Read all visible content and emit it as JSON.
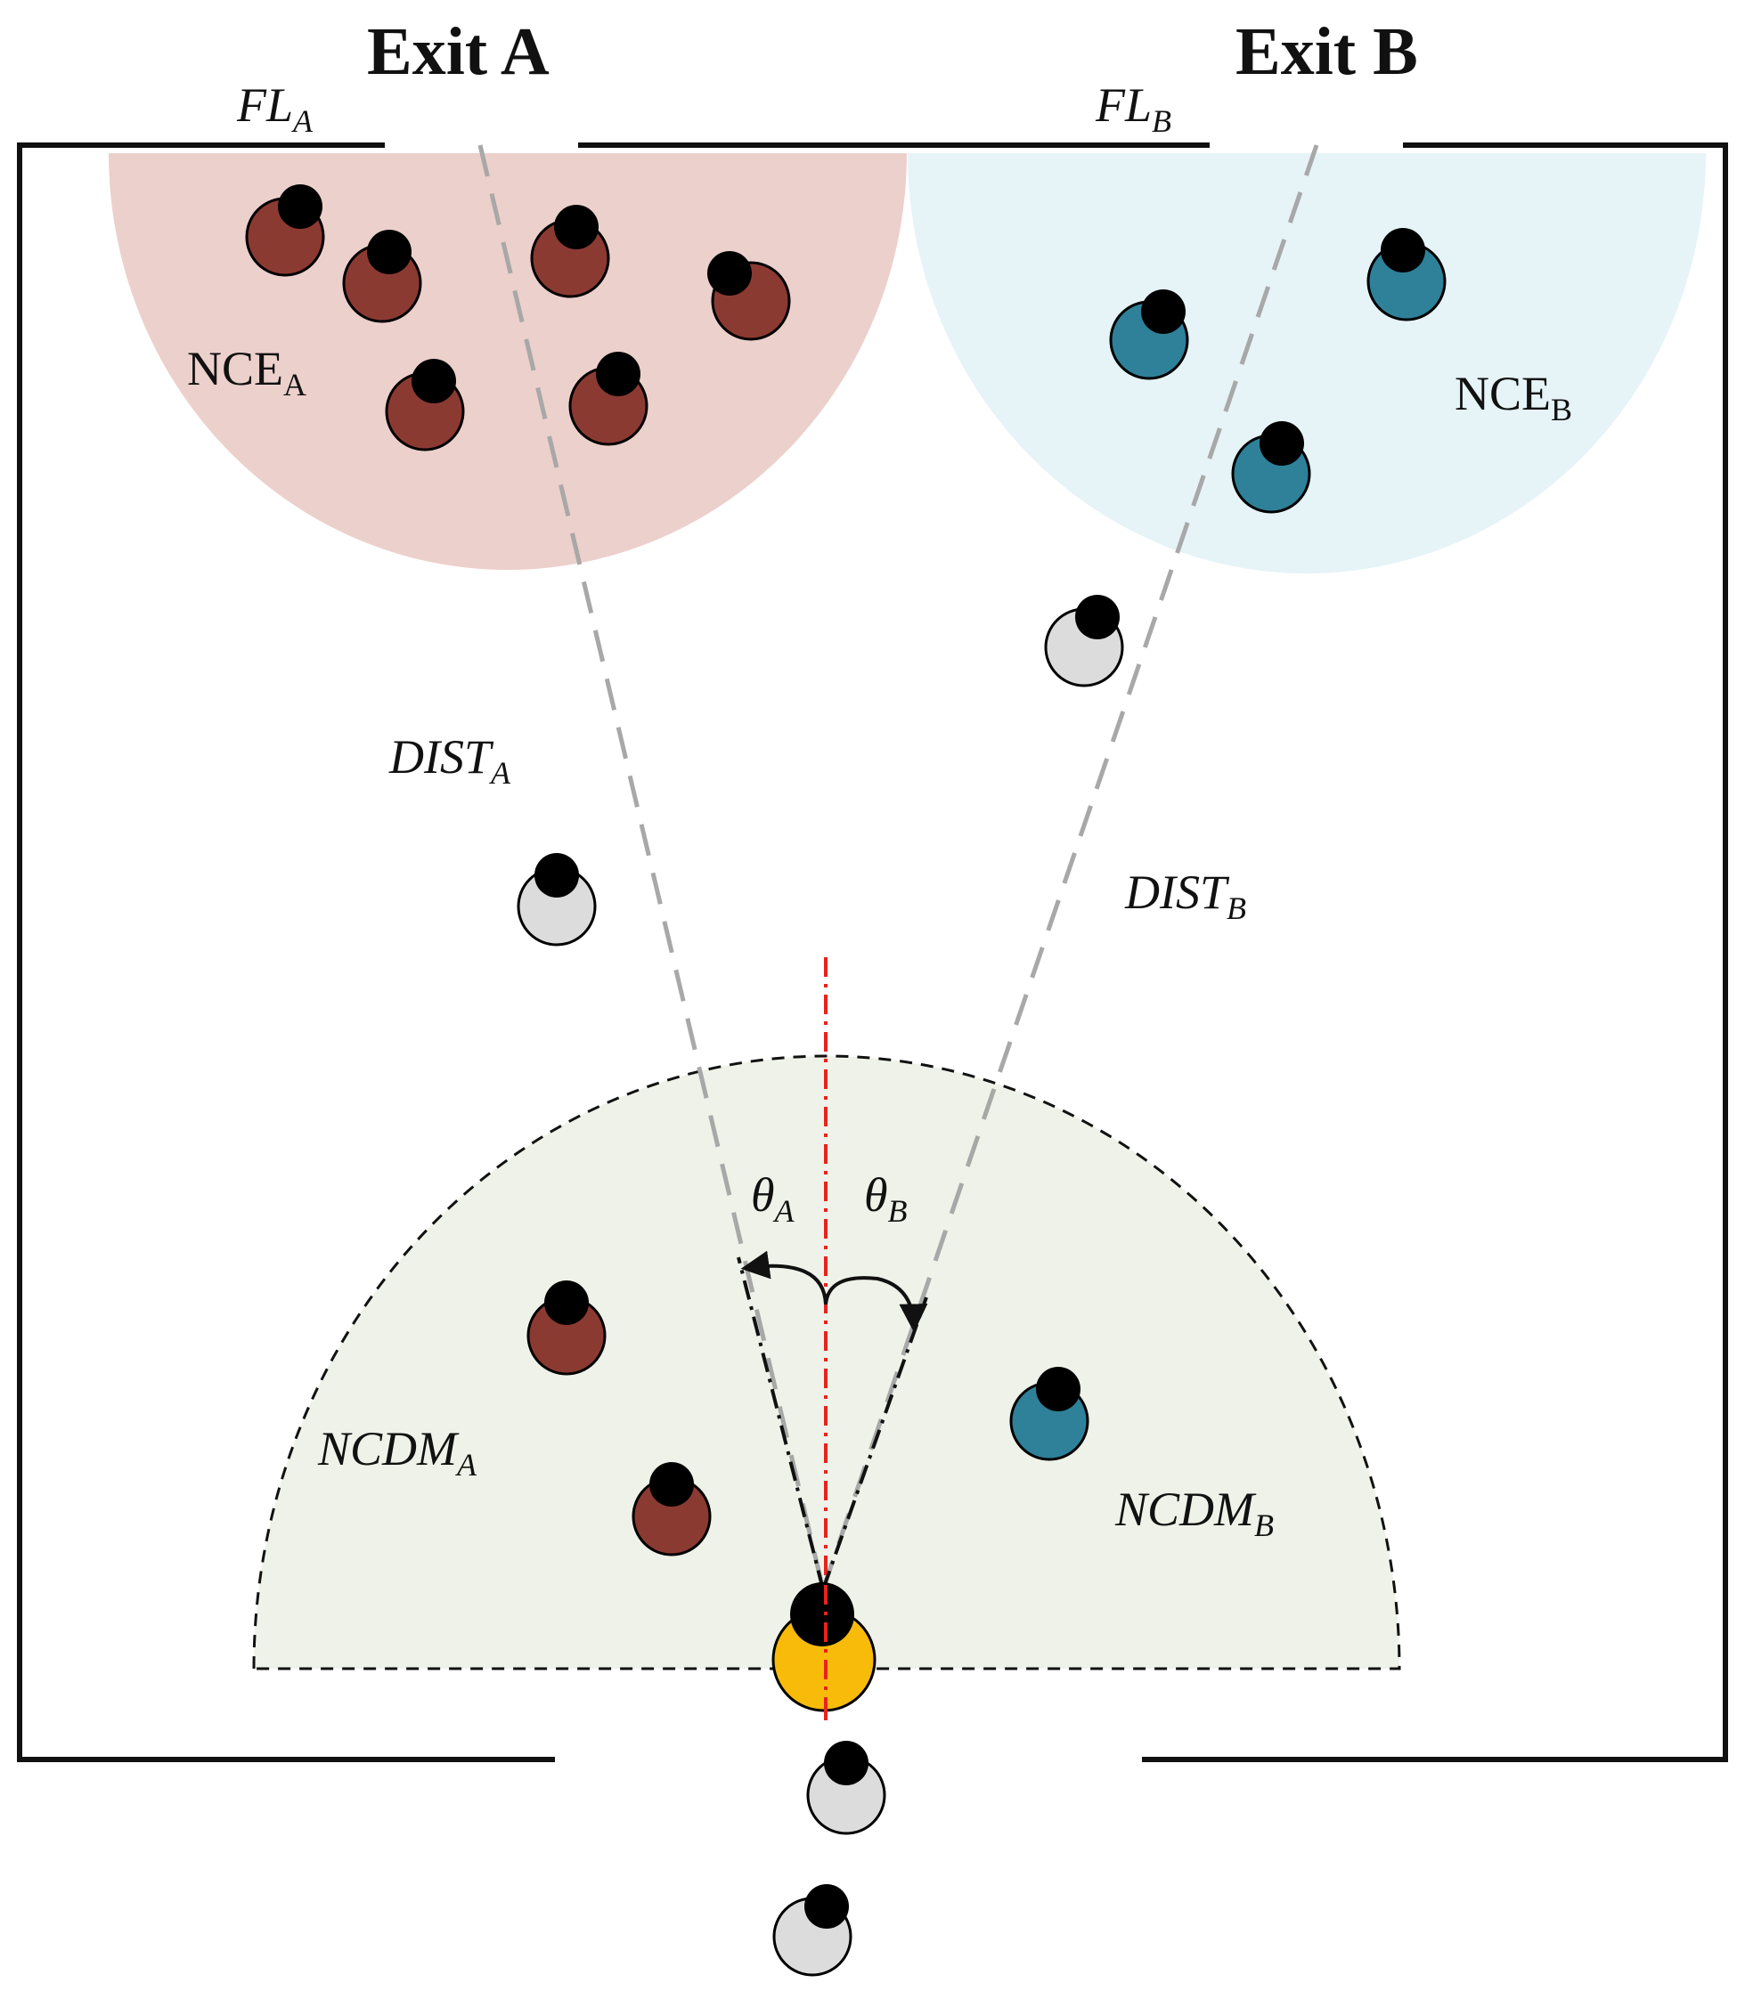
{
  "colors": {
    "background": "#ffffff",
    "wall": "#111111",
    "nce_a_zone": "#ecd0cc",
    "nce_b_zone": "#e6f3f7",
    "ncdm_zone": "#eff2e8",
    "pedestrian_a": "#8b3a32",
    "pedestrian_b": "#2e8199",
    "pedestrian_neutral": "#dcdcdc",
    "pedestrian_focus": "#f8bb0a",
    "head": "#000000",
    "sight_line": "#a8a8a8",
    "center_line": "#e8231d"
  },
  "exits": {
    "a": {
      "title": "Exit A",
      "fl": "FL",
      "fl_sub": "A"
    },
    "b": {
      "title": "Exit B",
      "fl": "FL",
      "fl_sub": "B"
    }
  },
  "zones": {
    "nce_a": {
      "main": "NCE",
      "sub": "A"
    },
    "nce_b": {
      "main": "NCE",
      "sub": "B"
    },
    "ncdm_a": {
      "main": "NCDM",
      "sub": "A"
    },
    "ncdm_b": {
      "main": "NCDM",
      "sub": "B"
    }
  },
  "distances": {
    "a": {
      "main": "DIST",
      "sub": "A"
    },
    "b": {
      "main": "DIST",
      "sub": "B"
    }
  },
  "angles": {
    "a": {
      "main": "θ",
      "sub": "A"
    },
    "b": {
      "main": "θ",
      "sub": "B"
    }
  },
  "pedestrian_groups": {
    "exit_a": "pedestrian_a",
    "exit_b": "pedestrian_b",
    "undecided": "pedestrian_neutral",
    "decision_maker": "pedestrian_focus"
  }
}
